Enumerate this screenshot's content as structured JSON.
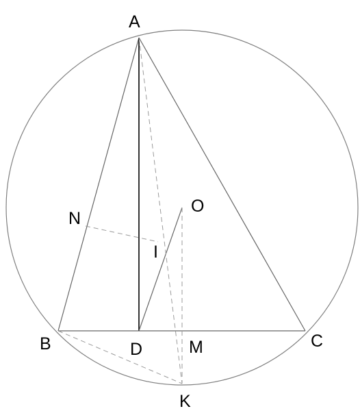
{
  "diagram": {
    "colors": {
      "circle": "#7f7f7f",
      "solid_line": "#666666",
      "altitude": "#000000",
      "dashed_line": "#9a9a9a",
      "label": "#000000"
    },
    "points": {
      "A": {
        "label": "A"
      },
      "B": {
        "label": "B"
      },
      "C": {
        "label": "C"
      },
      "D": {
        "label": "D"
      },
      "M": {
        "label": "M"
      },
      "K": {
        "label": "K"
      },
      "O": {
        "label": "O"
      },
      "I": {
        "label": "I"
      },
      "N": {
        "label": "N"
      }
    },
    "segments": {
      "solid": [
        "AB",
        "AC",
        "BC",
        "AD",
        "DO"
      ],
      "dashed": [
        "AK",
        "NI",
        "BK",
        "OK"
      ]
    }
  }
}
